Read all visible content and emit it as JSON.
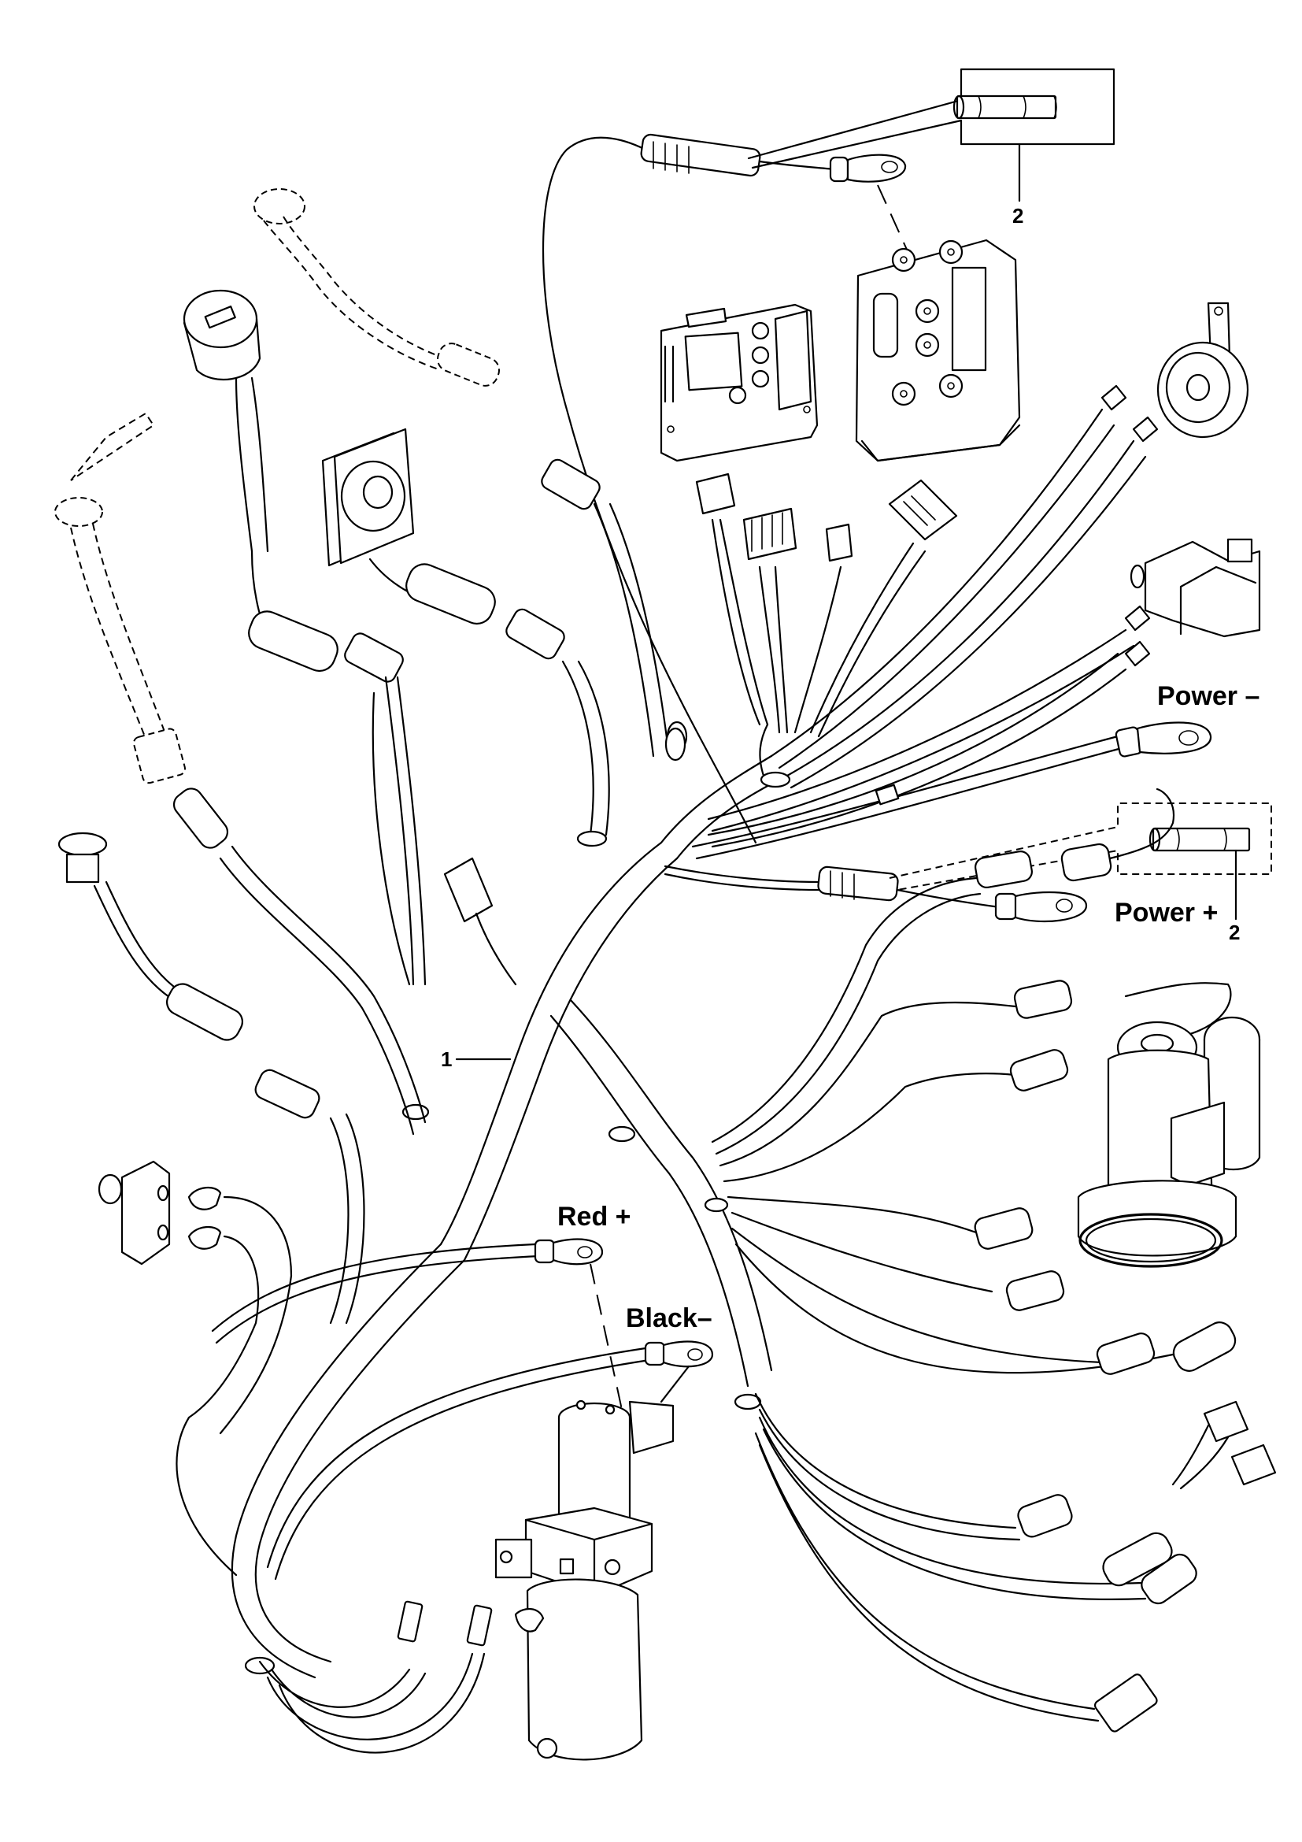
{
  "diagram": {
    "title": "Wiring harness exploded view",
    "background": "#ffffff",
    "ink": "#000000",
    "callouts": [
      {
        "id": "harness",
        "number": "1",
        "target": "main wiring harness"
      },
      {
        "id": "fuse-top",
        "number": "2",
        "target": "fuse (controller lead)"
      },
      {
        "id": "fuse-power",
        "number": "2",
        "target": "fuse (Power + lead)"
      }
    ],
    "terminal_labels": {
      "power_neg": "Power  –",
      "power_pos": "Power +",
      "red_pos": "Red +",
      "black_neg": "Black–"
    },
    "components": [
      "motor-controller-small",
      "motor-controller-large",
      "horn",
      "relay-contactor",
      "battery-gauge",
      "cooling-fan",
      "key-switch (optional, dashed)",
      "charger-socket (optional, dashed)",
      "push-button",
      "micro-switch",
      "drive-motor-with-brake",
      "hydraulic-pump-unit",
      "dual-micro-switch-assembly",
      "inline-fuse-holder-top",
      "inline-fuse-holder-power"
    ]
  }
}
